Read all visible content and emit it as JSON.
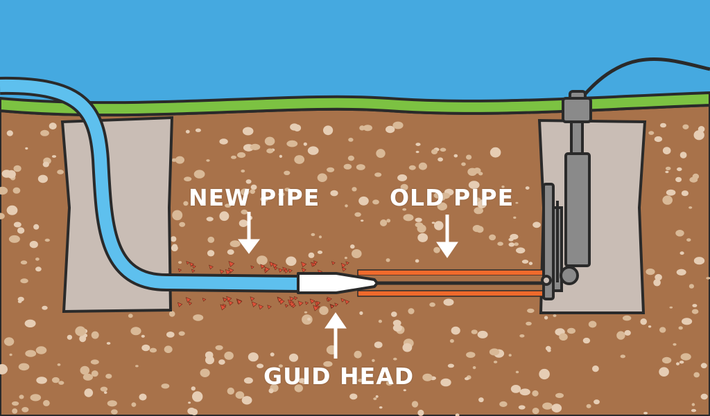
{
  "labels": {
    "new_pipe": "NEW PIPE",
    "old_pipe": "OLD PIPE",
    "guide_head": "GUID HEAD"
  },
  "colors": {
    "sky": "#45a9e0",
    "grass": "#7cc242",
    "soil": "#a8724a",
    "pit": "#c9bdb5",
    "new_pipe": "#5ec0ee",
    "old_pipe": "#ef6a2c",
    "fragments": "#e0523a",
    "machine": "#8a8a8a",
    "outline": "#2a2a2a",
    "text": "#ffffff"
  },
  "icons": [
    "arrow-down-icon",
    "arrow-down-icon",
    "arrow-up-icon"
  ]
}
